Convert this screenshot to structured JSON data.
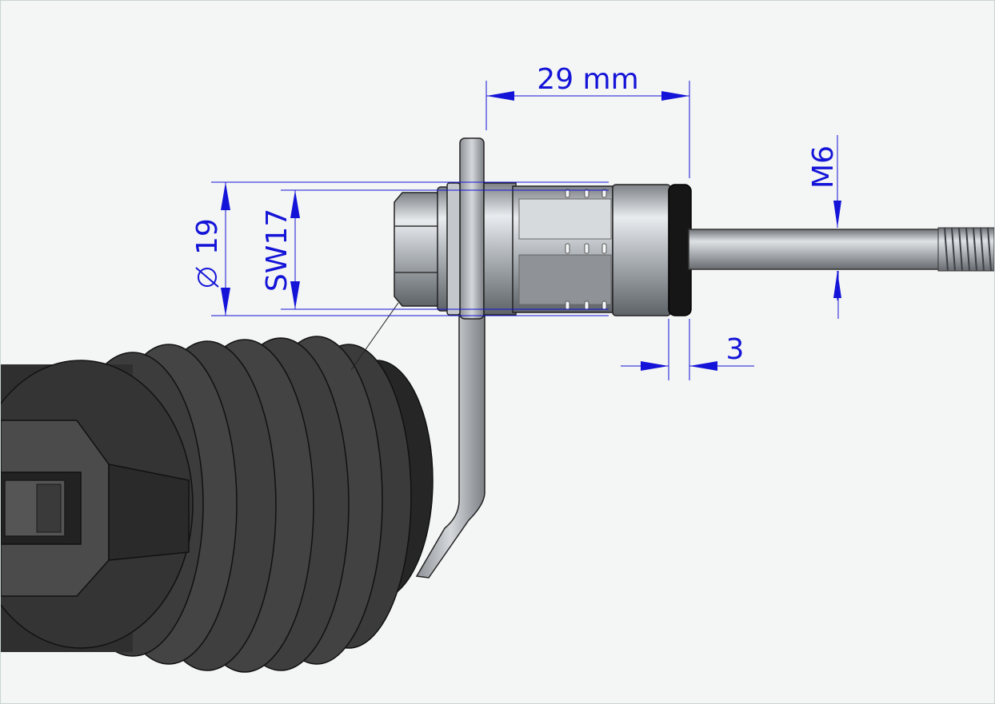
{
  "dimensions": {
    "length_label": "29 mm",
    "thread_label": "M6",
    "thickness_label": "3",
    "diameter_label": "19",
    "wrench_label": "SW17"
  },
  "colors": {
    "dimension": "#1414d8",
    "background": "#f4f5f5",
    "rubber": "#3a3a3a",
    "metal": "#b8bcc0"
  }
}
